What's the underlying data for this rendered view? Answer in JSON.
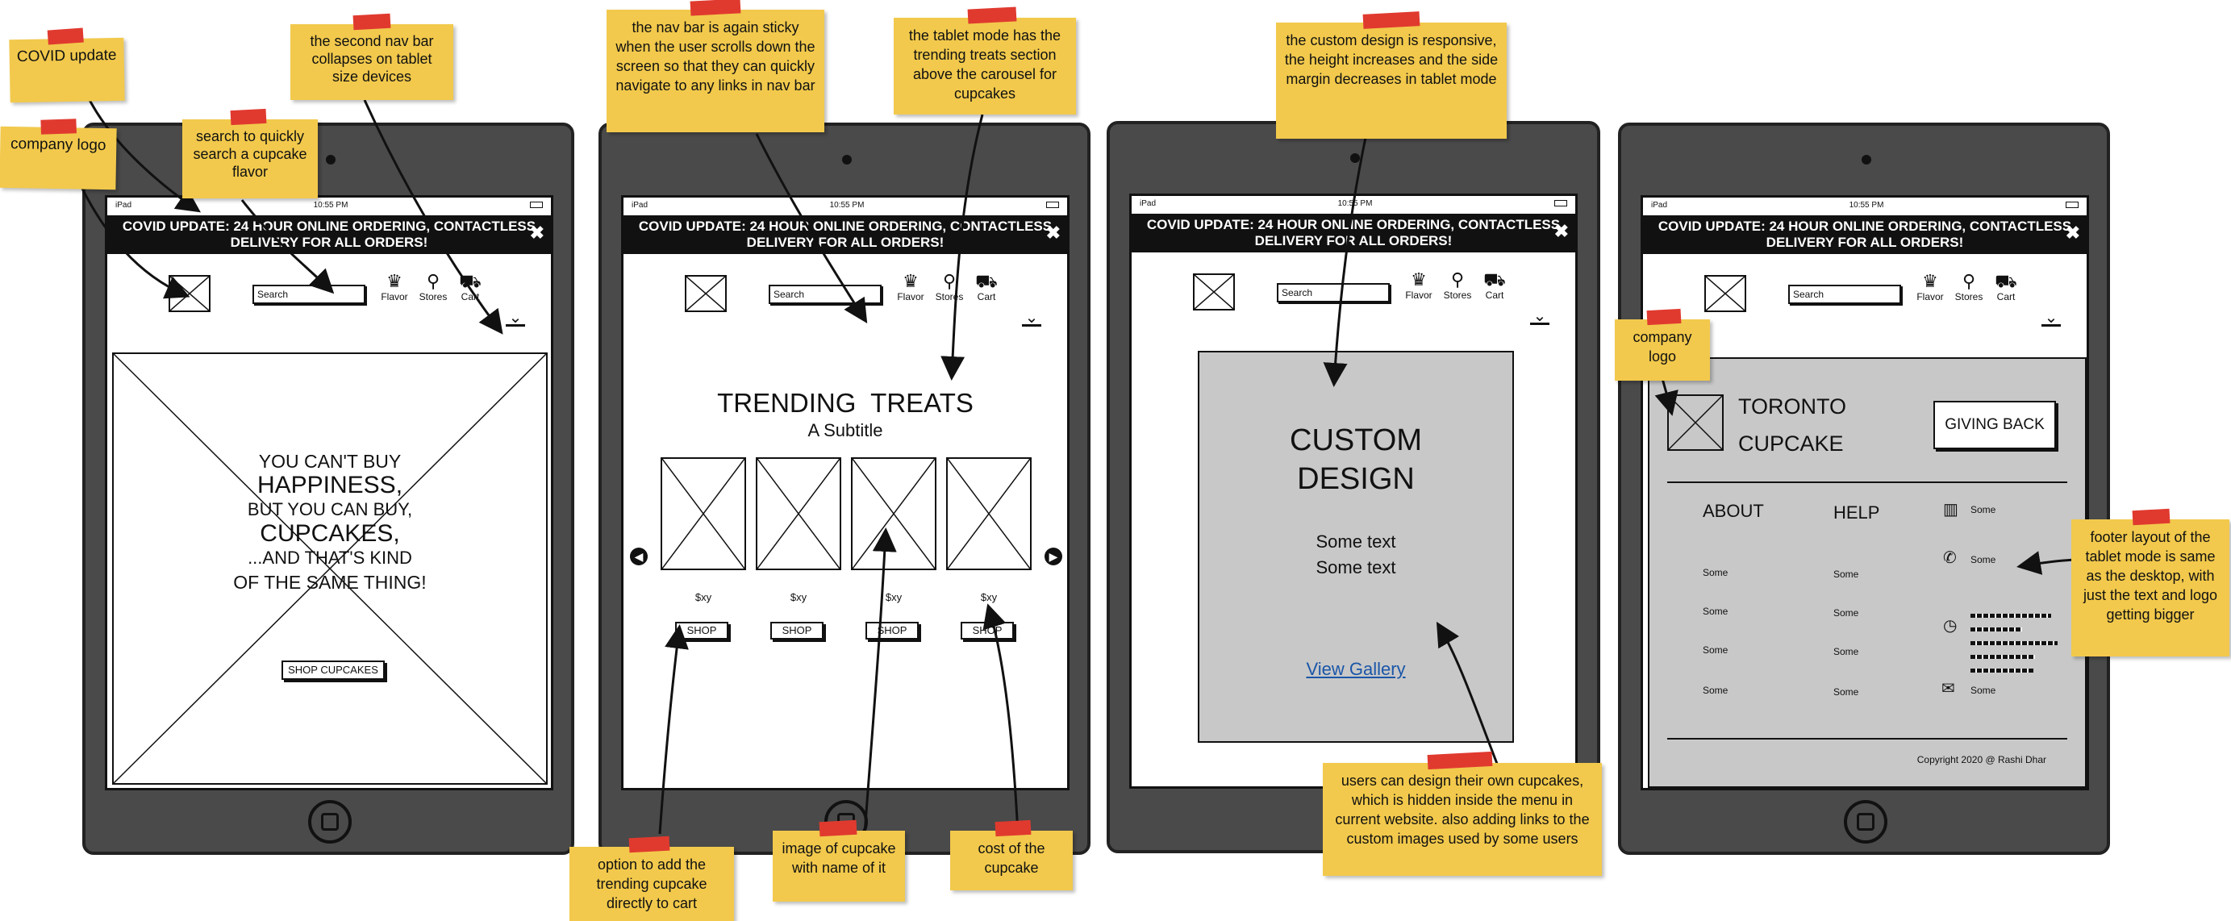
{
  "device": {
    "status_left": "iPad",
    "status_time": "10:55 PM"
  },
  "covid_banner": {
    "line1": "COVID UPDATE: 24 HOUR ONLINE ORDERING, CONTACTLESS",
    "line2": "DELIVERY FOR ALL ORDERS!",
    "close": "✖"
  },
  "nav": {
    "search_placeholder": "Search",
    "flavor": "Flavor",
    "stores": "Stores",
    "cart": "Cart"
  },
  "screen1": {
    "hero_lines": [
      "YOU CAN'T BUY",
      "HAPPINESS,",
      "BUT YOU CAN BUY,",
      "CUPCAKES,",
      "...AND THAT'S KIND",
      "OF THE SAME THING!"
    ],
    "shop_button": "SHOP CUPCAKES"
  },
  "screen2": {
    "title": "TRENDING  TREATS",
    "subtitle": "A Subtitle",
    "price": "$xy",
    "shop": "SHOP"
  },
  "screen3": {
    "title_line1": "CUSTOM",
    "title_line2": "DESIGN",
    "text1": "Some text",
    "text2": "Some text",
    "link": "View Gallery"
  },
  "screen4": {
    "brand_line1": "TORONTO",
    "brand_line2": "CUPCAKE",
    "giving_back": "GIVING BACK",
    "about": "ABOUT",
    "help": "HELP",
    "some": "Some",
    "copyright": "Copyright 2020 @ Rashi Dhar"
  },
  "notes": {
    "covid": "COVID update",
    "company_logo": "company logo",
    "search": "search to quickly search a cupcake flavor",
    "nav_collapse": "the second nav bar collapses on tablet size devices",
    "sticky": "the nav bar is again sticky when the user scrolls down the screen so that they can quickly navigate to any links in nav bar",
    "tablet_mode": "the tablet mode has the trending treats section above the carousel for cupcakes",
    "custom_design": "the custom design is responsive, the height increases and the side margin decreases in tablet mode",
    "add_to_cart": "option to add the trending cupcake directly to cart",
    "image": "image of cupcake with name of it",
    "cost": "cost of the cupcake",
    "users_design": "users can design their own cupcakes, which is hidden inside the menu in current website. also adding links to the custom images used by some users",
    "company_logo_2": "company logo",
    "footer": "footer layout of the tablet mode is same as the desktop, with just the text and logo getting bigger"
  },
  "colors": {
    "note": "#f2c94c",
    "tape": "#e03a2f",
    "tablet": "#4a4a4a",
    "panel": "#c8c8c8",
    "link": "#1a56a8"
  }
}
